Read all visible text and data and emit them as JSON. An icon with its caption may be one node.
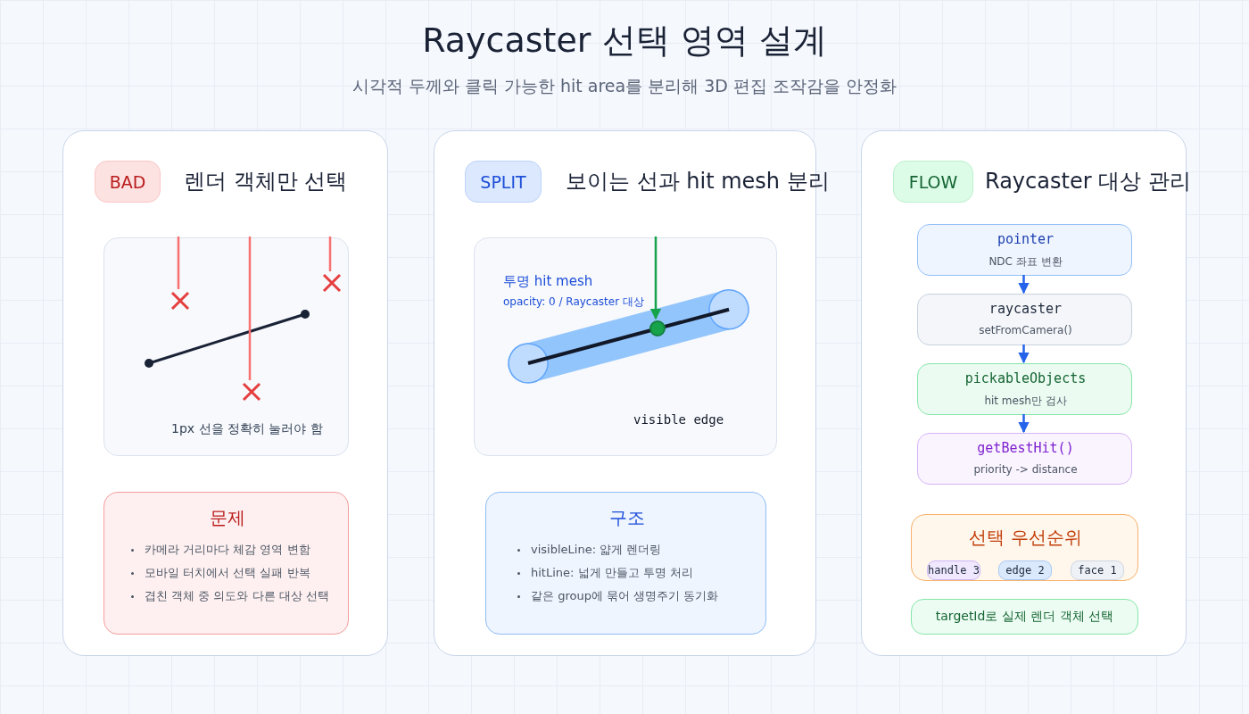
{
  "diagram": {
    "title": "Raycaster 선택 영역 설계",
    "caption": "시각적 두께와 클릭 가능한 hit area를 분리해 3D 편집 조작감을 안정화",
    "nodes": [
      {
        "text": [
          "렌더 객체만 선택"
        ]
      },
      {
        "text": [
          "BAD"
        ],
        "in": 0
      },
      {
        "text": [
          "1px 선을 정확히 눌러야 함"
        ],
        "in": 0
      },
      {
        "text": [],
        "shape": "cross",
        "in": 2
      },
      {
        "text": [],
        "shape": "cross",
        "in": 2
      },
      {
        "text": [],
        "shape": "cross",
        "in": 2
      },
      {
        "text": [
          "문제",
          "카메라 거리마다 체감 영역 변함",
          "모바일 터치에서 선택 실패 반복",
          "겹친 객체 중 의도와 다른 대상 선택"
        ],
        "in": 0
      },
      {
        "text": [
          "보이는 선과 hit mesh 분리"
        ]
      },
      {
        "text": [
          "SPLIT"
        ],
        "in": 7
      },
      {
        "text": [
          "투명 hit mesh",
          "opacity: 0 / Raycaster 대상",
          "visible edge"
        ],
        "in": 7
      },
      {
        "text": [],
        "shape": "circle",
        "in": 9
      },
      {
        "text": [
          "구조",
          "visibleLine: 얇게 렌더링",
          "hitLine: 넓게 만들고 투명 처리",
          "같은 group에 묶어 생명주기 동기화"
        ],
        "in": 7
      },
      {
        "text": [
          "Raycaster 대상 관리"
        ]
      },
      {
        "text": [
          "FLOW"
        ],
        "in": 12
      },
      {
        "text": [
          "pointer",
          "NDC 좌표 변환"
        ],
        "in": 12
      },
      {
        "text": [
          "raycaster",
          "setFromCamera()"
        ],
        "in": 12
      },
      {
        "text": [
          "pickableObjects",
          "hit mesh만 검사"
        ],
        "in": 12
      },
      {
        "text": [
          "getBestHit()",
          "priority -> distance"
        ],
        "in": 12
      },
      {
        "text": [
          "선택 우선순위"
        ],
        "in": 12
      },
      {
        "text": [
          "handle 3"
        ],
        "in": 18
      },
      {
        "text": [
          "edge 2"
        ],
        "in": 18
      },
      {
        "text": [
          "face 1"
        ],
        "in": 18
      },
      {
        "text": [
          "targetId로 실제 렌더 객체 선택"
        ],
        "in": 12
      }
    ],
    "edges": [
      {
        "from": null,
        "to": 3,
        "arrow": "none",
        "color": "#f87171"
      },
      {
        "from": null,
        "to": 4,
        "arrow": "none",
        "color": "#f87171"
      },
      {
        "from": null,
        "to": 5,
        "arrow": "none",
        "color": "#f87171"
      },
      {
        "from": null,
        "to": 10,
        "arrow": "to",
        "color": "#16a34a"
      },
      {
        "from": 14,
        "to": 15,
        "arrow": "to",
        "color": "#2563eb"
      },
      {
        "from": 15,
        "to": 16,
        "arrow": "to",
        "color": "#2563eb"
      },
      {
        "from": 16,
        "to": 17,
        "arrow": "to",
        "color": "#2563eb"
      }
    ]
  }
}
